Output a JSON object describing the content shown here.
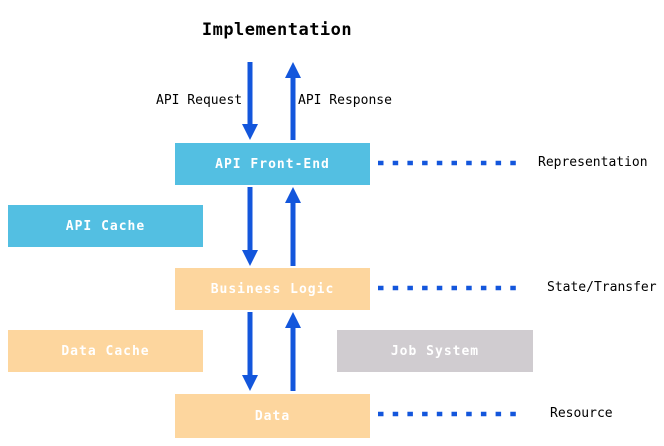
{
  "title": "Implementation",
  "flow_labels": {
    "request": "API Request",
    "response": "API Response"
  },
  "boxes": [
    {
      "id": "api-front-end",
      "label": "API Front-End",
      "color": "cyan"
    },
    {
      "id": "api-cache",
      "label": "API Cache",
      "color": "cyan"
    },
    {
      "id": "business-logic",
      "label": "Business Logic",
      "color": "peach"
    },
    {
      "id": "data-cache",
      "label": "Data Cache",
      "color": "peach"
    },
    {
      "id": "job-system",
      "label": "Job System",
      "color": "gray"
    },
    {
      "id": "data",
      "label": "Data",
      "color": "peach"
    }
  ],
  "layer_labels": [
    {
      "id": "representation",
      "label": "Representation"
    },
    {
      "id": "state-transfer",
      "label": "State/Transfer"
    },
    {
      "id": "resource",
      "label": "Resource"
    }
  ],
  "colors": {
    "box_cyan": "#53BFE2",
    "box_peach": "#FDD69E",
    "box_gray": "#D0CCD0",
    "arrow_blue": "#1356DC",
    "text_white": "#FFFFFF",
    "text_black": "#000000"
  }
}
